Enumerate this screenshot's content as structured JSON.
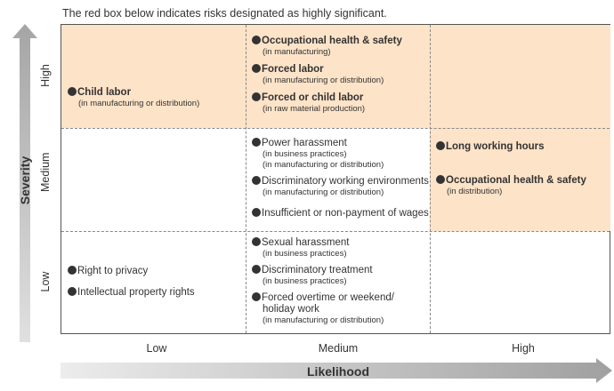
{
  "caption": "The red box below indicates risks designated as highly significant.",
  "axes": {
    "y_label": "Severity",
    "x_label": "Likelihood",
    "rows": [
      "High",
      "Medium",
      "Low"
    ],
    "cols": [
      "Low",
      "Medium",
      "High"
    ]
  },
  "colors": {
    "highlight": "#fde3c8",
    "arrow": "#b5b5b5"
  },
  "cells": {
    "high_low": [
      {
        "t": "Child labor",
        "s": [
          "(in manufacturing or distribution)"
        ]
      }
    ],
    "high_medium": [
      {
        "t": "Occupational health & safety",
        "s": [
          "(in manufacturing)"
        ]
      },
      {
        "t": "Forced labor",
        "s": [
          "(in manufacturing or distribution)"
        ]
      },
      {
        "t": "Forced or child labor",
        "s": [
          "(in raw material production)"
        ]
      }
    ],
    "medium_medium": [
      {
        "t": "Power harassment",
        "s": [
          "(in business practices)",
          "(in manufacturing or distribution)"
        ]
      },
      {
        "t": "Discriminatory working environments",
        "s": [
          "(in manufacturing or distribution)"
        ]
      },
      {
        "t": "Insufficient or non-payment of wages",
        "s": []
      }
    ],
    "medium_high": [
      {
        "t": "Long working hours",
        "s": []
      },
      {
        "t": "Occupational health & safety",
        "s": [
          "(in distribution)"
        ]
      }
    ],
    "low_low": [
      {
        "t": "Right to privacy",
        "s": []
      },
      {
        "t": "Intellectual property rights",
        "s": []
      }
    ],
    "low_medium": [
      {
        "t": "Sexual harassment",
        "s": [
          "(in business practices)"
        ]
      },
      {
        "t": "Discriminatory treatment",
        "s": [
          "(in business practices)"
        ]
      },
      {
        "t": "Forced overtime or weekend/",
        "t2": "holiday work",
        "s": [
          "(in manufacturing or distribution)"
        ]
      }
    ]
  }
}
